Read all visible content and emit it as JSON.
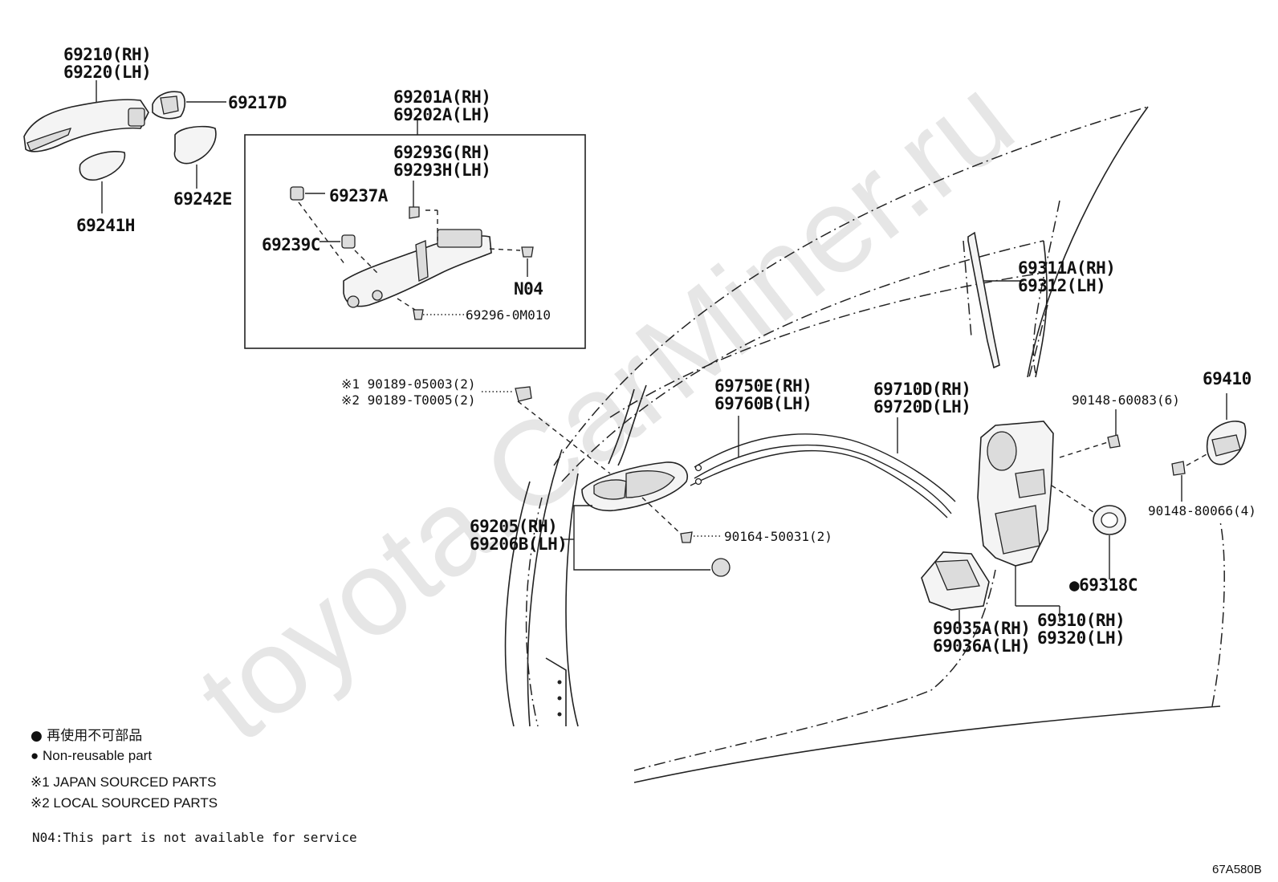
{
  "watermark": "toyota.CarMiner.ru",
  "diagram_code": "67A580B",
  "labels": {
    "p69210": "69210(RH)",
    "p69220": "69220(LH)",
    "p69217D": "69217D",
    "p69242E": "69242E",
    "p69241H": "69241H",
    "p69201A": "69201A(RH)",
    "p69202A": "69202A(LH)",
    "p69293G": "69293G(RH)",
    "p69293H": "69293H(LH)",
    "p69237A": "69237A",
    "p69239C": "69239C",
    "pN04": "N04",
    "p69296": "69296-0M010",
    "p90189a": "※1 90189-05003(2)",
    "p90189b": "※2 90189-T0005(2)",
    "p69750E": "69750E(RH)",
    "p69760B": "69760B(LH)",
    "p69710D": "69710D(RH)",
    "p69720D": "69720D(LH)",
    "p69311A": "69311A(RH)",
    "p69312": "69312(LH)",
    "p90148a": "90148-60083(6)",
    "p69410": "69410",
    "p90148b": "90148-80066(4)",
    "p69205": "69205(RH)",
    "p69206B": "69206B(LH)",
    "p90164": "90164-50031(2)",
    "p69318C": "●69318C",
    "p69035A": "69035A(RH)",
    "p69036A": "69036A(LH)",
    "p69310": "69310(RH)",
    "p69320": "69320(LH)"
  },
  "legend": {
    "ja_non_reusable": "● 再使用不可部品",
    "non_reusable": "● Non-reusable part",
    "japan_sourced": "※1 JAPAN SOURCED PARTS",
    "local_sourced": "※2 LOCAL SOURCED PARTS",
    "n04_note": "N04:This part is not available for service"
  }
}
